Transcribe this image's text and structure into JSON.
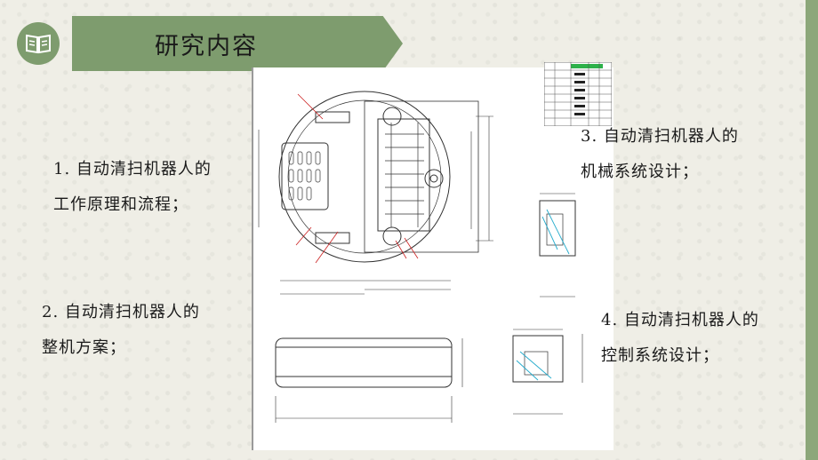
{
  "header": {
    "title": "研究内容",
    "icon": "book-icon"
  },
  "items": [
    {
      "line1": "1. 自动清扫机器人的",
      "line2": "工作原理和流程；"
    },
    {
      "line1": "2. 自动清扫机器人的",
      "line2": "整机方案；"
    },
    {
      "line1": "3. 自动清扫机器人的",
      "line2": "机械系统设计；"
    },
    {
      "line1": "4. 自动清扫机器人的",
      "line2": "控制系统设计；"
    }
  ],
  "colors": {
    "accent": "#7e9c6e",
    "background": "#efeee6"
  }
}
